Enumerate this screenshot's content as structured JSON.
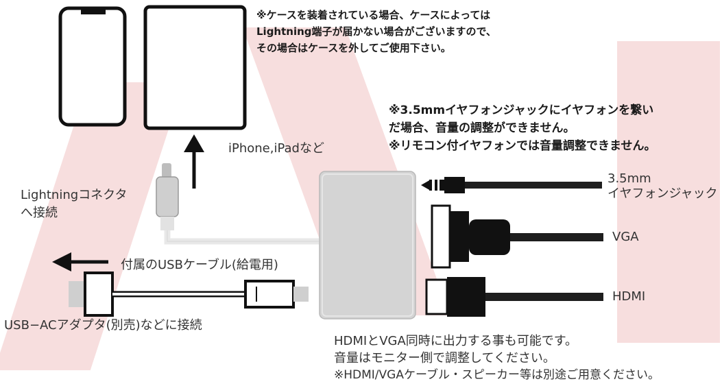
{
  "note_top": [
    "※ケースを装着されている場合、ケースによっては",
    "Lightning端子が届かない場合がございますので、",
    "その場合はケースを外してご使用下さい。"
  ],
  "note_mid": [
    "※3.5mmイヤフォンジャックにイヤフォンを繋い",
    "だ場合、音量の調整ができません。",
    "※リモコン付イヤフォンでは音量調整できません。"
  ],
  "labels": {
    "devices": "iPhone,iPadなど",
    "lightning": [
      "Lightningコネクタ",
      "へ接続"
    ],
    "usb_cable": "付属のUSBケーブル(給電用)",
    "usb_adapter": "USB−ACアダプタ(別売)などに接続",
    "jack": [
      "3.5mm",
      "イヤフォンジャック"
    ],
    "vga": "VGA",
    "hdmi": "HDMI"
  },
  "note_bottom": [
    "HDMIとVGA同時に出力する事も可能です。",
    "音量はモニター側で調整してください。",
    "※HDMI/VGAケーブル・スピーカー等は別途ご用意ください。"
  ],
  "colors": {
    "background_mark": "#f7dede",
    "hub_body": "#d4d4d4",
    "cable_dark": "#1e1e1e",
    "cable_white": "#e8e8e8"
  }
}
